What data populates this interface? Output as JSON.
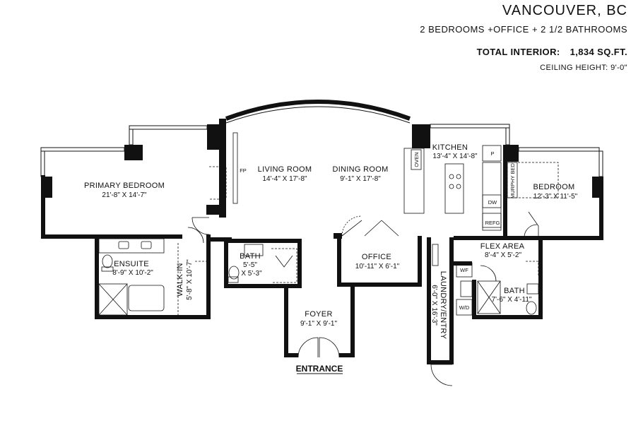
{
  "header": {
    "city": "VANCOUVER, BC",
    "configuration": "2 BEDROOMS +OFFICE + 2 1/2 BATHROOMS",
    "interior_label": "TOTAL INTERIOR:",
    "interior_value": "1,834 SQ.FT.",
    "ceiling": "CEILING HEIGHT: 9'-0\""
  },
  "rooms": {
    "primary_bedroom": {
      "name": "PRIMARY BEDROOM",
      "dims": "21'-8\" X 14'-7\""
    },
    "living_room": {
      "name": "LIVING ROOM",
      "dims": "14'-4\" X 17'-8\""
    },
    "dining_room": {
      "name": "DINING ROOM",
      "dims": "9'-1\" X 17'-8\""
    },
    "kitchen": {
      "name": "KITCHEN",
      "dims": "13'-4\" X 14'-8\""
    },
    "bedroom": {
      "name": "BEDROOM",
      "dims": "12'-3\" X 11'-5\""
    },
    "ensuite": {
      "name": "ENSUITE",
      "dims": "8'-9\" X 10'-2\""
    },
    "walk_in": {
      "name": "WALK-IN",
      "dims": "5'-8\" X 10'-7\""
    },
    "bath_1": {
      "name": "BATH",
      "dims_w": "5'-5\"",
      "dims_h": "X 5'-3\""
    },
    "office": {
      "name": "OFFICE",
      "dims": "10'-11\" X 6'-1\""
    },
    "foyer": {
      "name": "FOYER",
      "dims": "9'-1\" X 9'-1\""
    },
    "laundry": {
      "name": "LAUNDRY/ENTRY",
      "dims": "6'-0\" X 16'-3\""
    },
    "flex_area": {
      "name": "FLEX AREA",
      "dims": "8'-4\" X 5'-2\""
    },
    "bath_2": {
      "name": "BATH",
      "dims": "7'-6\" X 4'-11\""
    }
  },
  "fixtures": {
    "fp": "FP",
    "oven": "OVEN",
    "pantry": "P",
    "dw": "DW",
    "refg": "REFG",
    "murphy_bed": "MURPHY BED",
    "wf": "WF",
    "wd": "W/D"
  },
  "entrance": "ENTRANCE"
}
